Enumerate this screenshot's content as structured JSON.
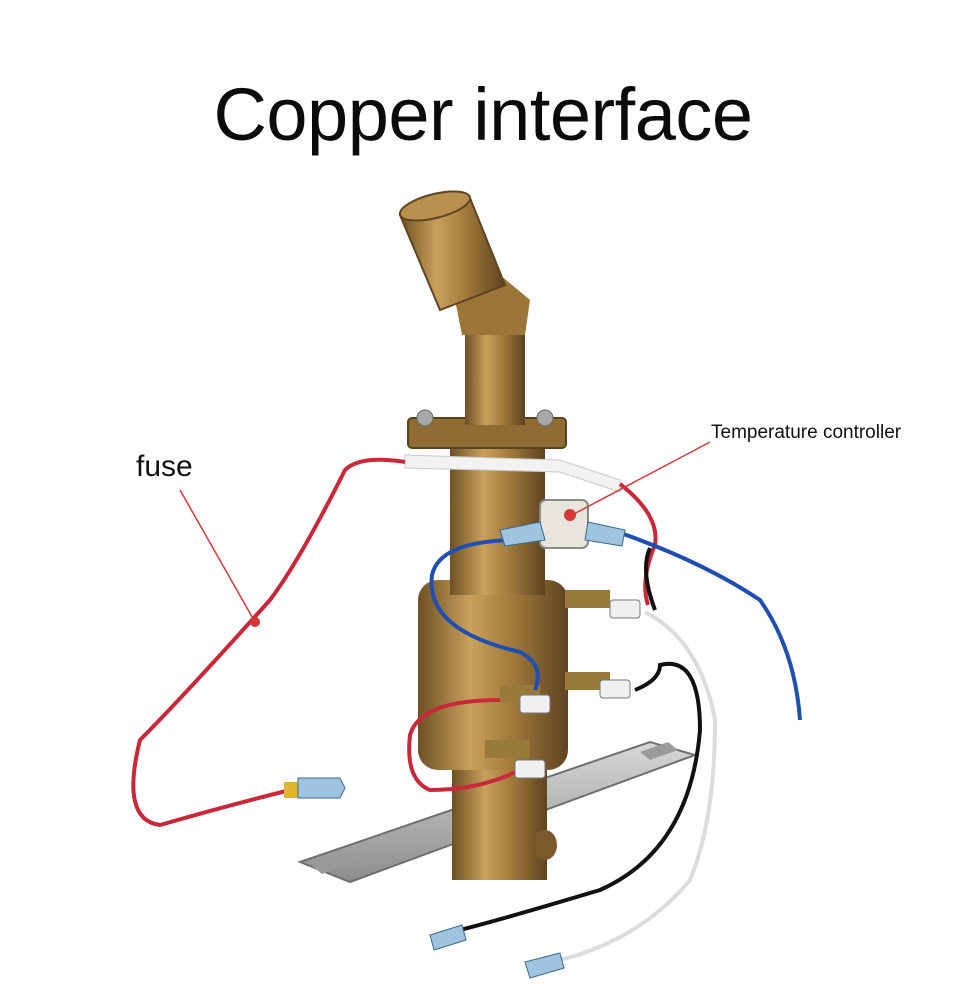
{
  "title": "Copper interface",
  "labels": {
    "fuse": "fuse",
    "temperature_controller": "Temperature controller"
  },
  "colors": {
    "brass": "#b38a4a",
    "brass_dark": "#7a5a2a",
    "red_wire": "#c8283a",
    "blue_wire": "#1f4fb0",
    "black_wire": "#111111",
    "white_wire": "#e6e6e6",
    "steel": "#b8b8b8",
    "leader_line": "#d23a3a"
  },
  "icons": [
    "heating-element-photo"
  ]
}
